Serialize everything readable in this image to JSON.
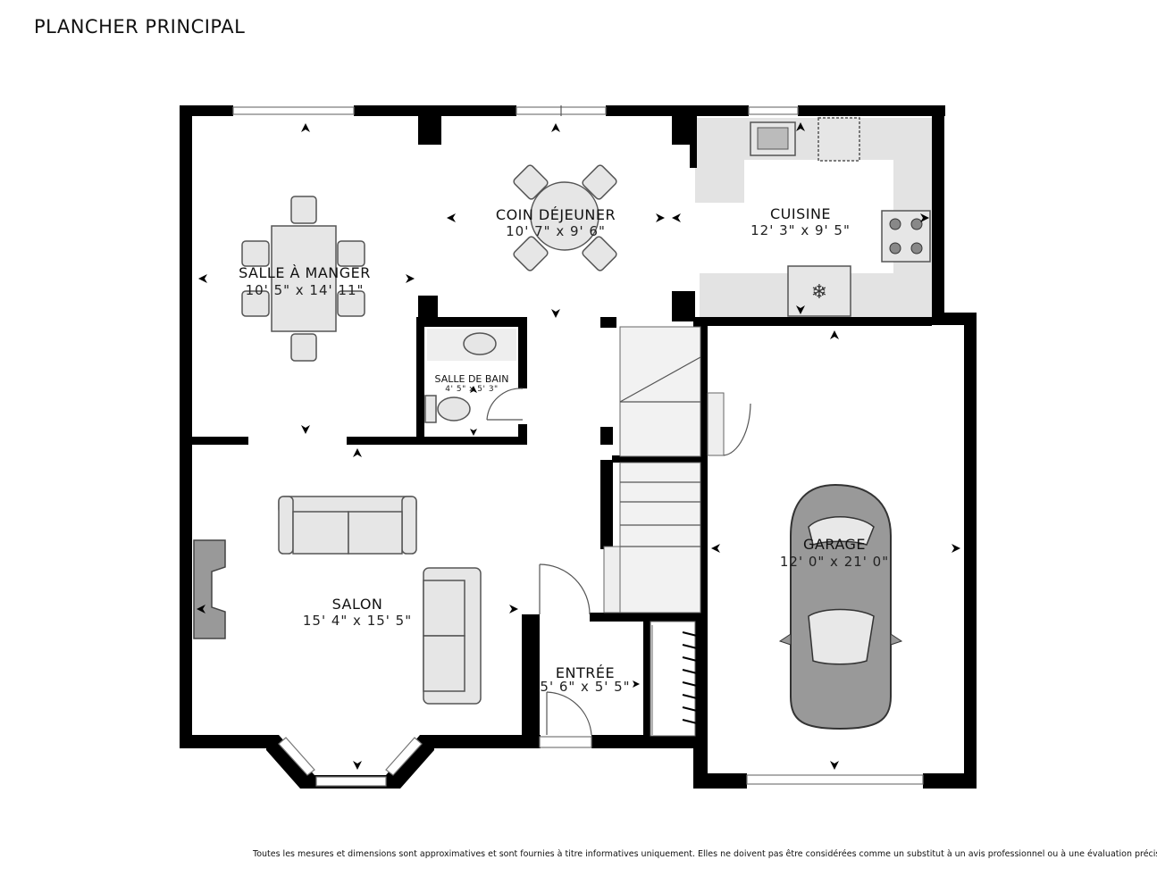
{
  "page": {
    "title": "PLANCHER PRINCIPAL",
    "disclaimer": "Toutes les mesures et dimensions sont approximatives et sont fournies à titre informatives uniquement. Elles ne doivent pas être considérées comme un substitut à un avis professionnel ou à une évaluation précise."
  },
  "rooms": {
    "salle_a_manger": {
      "name": "SALLE À MANGER",
      "dims": "10' 5\" x 14' 11\""
    },
    "coin_dejeuner": {
      "name": "COIN DÉJEUNER",
      "dims": "10' 7\" x 9' 6\""
    },
    "cuisine": {
      "name": "CUISINE",
      "dims": "12' 3\" x 9' 5\""
    },
    "salle_de_bain": {
      "name": "SALLE DE BAIN",
      "dims": "4' 5\" x 5' 3\""
    },
    "salon": {
      "name": "SALON",
      "dims": "15' 4\" x 15' 5\""
    },
    "entree": {
      "name": "ENTRÉE",
      "dims": "5' 6\" x 5' 5\""
    },
    "garage": {
      "name": "GARAGE",
      "dims": "12' 0\" x 21' 0\""
    }
  }
}
